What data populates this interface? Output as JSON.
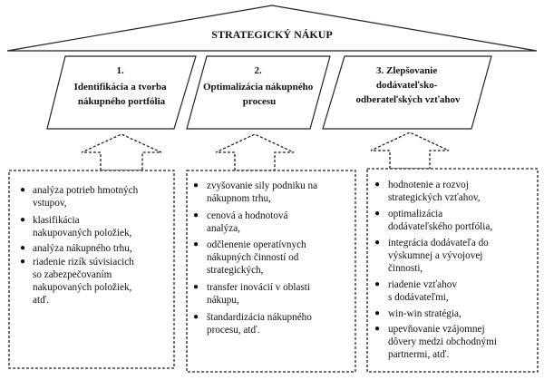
{
  "title": "STRATEGICKÝ NÁKUP",
  "columns": [
    {
      "title_lines": [
        "1.",
        "Identifikácia  a tvorba",
        "nákupného portfólia"
      ],
      "items": [
        [
          "analýza potrieb hmotných",
          "vstupov,"
        ],
        [
          "klasifikácia",
          "nakupovaných položiek,"
        ],
        [
          "analýza nákupného trhu,"
        ],
        [
          "riadenie rizík súvisiacich",
          "so zabezpečovaním",
          "nakupovaných položiek,",
          "atď."
        ]
      ]
    },
    {
      "title_lines": [
        "2.",
        "Optimalizácia  nákupného",
        "procesu"
      ],
      "items": [
        [
          "zvyšovanie sily podniku na",
          "nákupnom trhu,"
        ],
        [
          "cenová a hodnotová",
          "analýza,"
        ],
        [
          "odčlenenie operatívnych",
          "nákupných činností od",
          "strategických,"
        ],
        [
          "transfer inovácií v oblasti",
          "nákupu,"
        ],
        [
          "štandardizácia nákupného",
          "procesu, atď."
        ]
      ]
    },
    {
      "title_lines": [
        "3. Zlepšovanie",
        "dodávateľsko-",
        "odberateľských vzťahov"
      ],
      "items": [
        [
          "hodnotenie a rozvoj",
          "strategických vzťahov,"
        ],
        [
          "optimalizácia",
          "dodávateľského portfólia,"
        ],
        [
          "integrácia dodávateľa do",
          "výskumnej a vývojovej",
          "činnosti,"
        ],
        [
          "riadenie vzťahov",
          "s dodávateľmi,"
        ],
        [
          "win-win stratégia,"
        ],
        [
          "upevňovanie vzájomnej",
          "dôvery medzi obchodnými",
          "partnermi, atď."
        ]
      ]
    }
  ]
}
